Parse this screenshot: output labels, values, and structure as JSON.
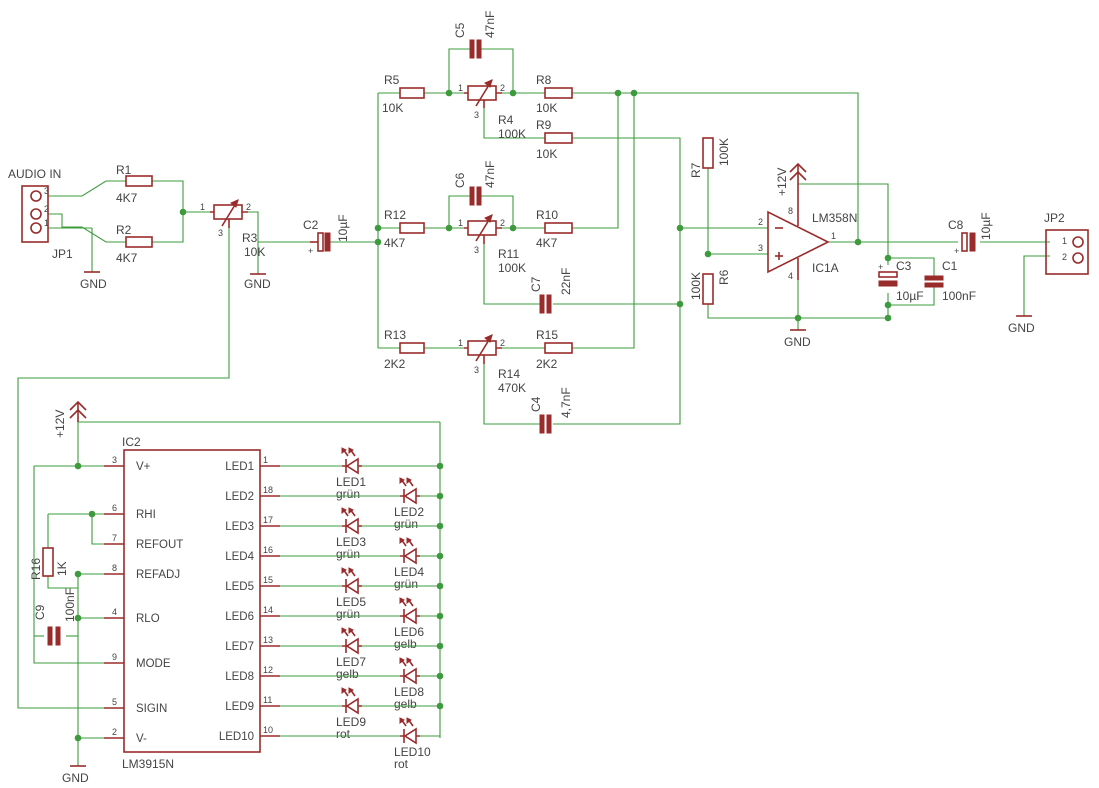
{
  "components": {
    "jp1": {
      "title": "AUDIO IN",
      "name": "JP1",
      "pins": [
        "3",
        "2",
        "1"
      ]
    },
    "r1": {
      "name": "R1",
      "value": "4K7"
    },
    "r2": {
      "name": "R2",
      "value": "4K7"
    },
    "r3": {
      "name": "R3",
      "value": "10K",
      "pin1": "1",
      "pin2": "2",
      "pin3": "3"
    },
    "c2": {
      "name": "C2",
      "value": "10µF",
      "plus": "+"
    },
    "r5": {
      "name": "R5",
      "value": "10K"
    },
    "c5": {
      "name": "C5",
      "value": "47nF"
    },
    "r4": {
      "name": "R4",
      "value": "100K",
      "pin1": "1",
      "pin2": "2",
      "pin3": "3"
    },
    "r8": {
      "name": "R8",
      "value": "10K"
    },
    "r9": {
      "name": "R9",
      "value": "10K"
    },
    "r12": {
      "name": "R12",
      "value": "4K7"
    },
    "c6": {
      "name": "C6",
      "value": "47nF"
    },
    "r11": {
      "name": "R11",
      "value": "100K",
      "pin1": "1",
      "pin2": "2",
      "pin3": "3"
    },
    "r10": {
      "name": "R10",
      "value": "4K7"
    },
    "c7": {
      "name": "C7",
      "value": "22nF"
    },
    "r13": {
      "name": "R13",
      "value": "2K2"
    },
    "r14": {
      "name": "R14",
      "value": "470K",
      "pin1": "1",
      "pin2": "2",
      "pin3": "3"
    },
    "r15": {
      "name": "R15",
      "value": "2K2"
    },
    "c4": {
      "name": "C4",
      "value": "4,7nF"
    },
    "r7": {
      "name": "R7",
      "value": "100K"
    },
    "r6": {
      "name": "R6",
      "value": "100K"
    },
    "ic1a": {
      "name": "IC1A",
      "part": "LM358N",
      "pin2": "2",
      "pin3": "3",
      "pin1": "1",
      "pin8": "8",
      "pin4": "4"
    },
    "c3": {
      "name": "C3",
      "value": "10µF",
      "plus": "+"
    },
    "c1": {
      "name": "C1",
      "value": "100nF"
    },
    "c8": {
      "name": "C8",
      "value": "10µF",
      "plus": "+"
    },
    "jp2": {
      "name": "JP2",
      "pins": [
        "1",
        "2"
      ]
    },
    "ic2": {
      "name": "IC2",
      "part": "LM3915N"
    },
    "r16": {
      "name": "R16",
      "value": "1K"
    },
    "c9": {
      "name": "C9",
      "value": "100nF"
    }
  },
  "ic2_pins_left": [
    {
      "num": "3",
      "label": "V+"
    },
    {
      "num": "6",
      "label": "RHI"
    },
    {
      "num": "7",
      "label": "REFOUT"
    },
    {
      "num": "8",
      "label": "REFADJ"
    },
    {
      "num": "4",
      "label": "RLO"
    },
    {
      "num": "9",
      "label": "MODE"
    },
    {
      "num": "5",
      "label": "SIGIN"
    },
    {
      "num": "2",
      "label": "V-"
    }
  ],
  "ic2_pins_right": [
    {
      "num": "1",
      "label": "LED1"
    },
    {
      "num": "18",
      "label": "LED2"
    },
    {
      "num": "17",
      "label": "LED3"
    },
    {
      "num": "16",
      "label": "LED4"
    },
    {
      "num": "15",
      "label": "LED5"
    },
    {
      "num": "14",
      "label": "LED6"
    },
    {
      "num": "13",
      "label": "LED7"
    },
    {
      "num": "12",
      "label": "LED8"
    },
    {
      "num": "11",
      "label": "LED9"
    },
    {
      "num": "10",
      "label": "LED10"
    }
  ],
  "leds": [
    {
      "name": "LED1",
      "color": "grün"
    },
    {
      "name": "LED2",
      "color": "grün"
    },
    {
      "name": "LED3",
      "color": "grün"
    },
    {
      "name": "LED4",
      "color": "grün"
    },
    {
      "name": "LED5",
      "color": "grün"
    },
    {
      "name": "LED6",
      "color": "gelb"
    },
    {
      "name": "LED7",
      "color": "gelb"
    },
    {
      "name": "LED8",
      "color": "gelb"
    },
    {
      "name": "LED9",
      "color": "rot"
    },
    {
      "name": "LED10",
      "color": "rot"
    }
  ],
  "power": {
    "vcc": "+12V",
    "gnd": "GND"
  },
  "colors": {
    "wire": "#3d9b3d",
    "component": "#9a2b2b",
    "text": "#444444",
    "background": "#ffffff"
  }
}
